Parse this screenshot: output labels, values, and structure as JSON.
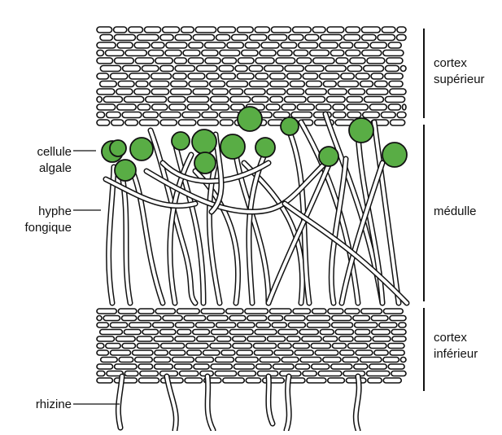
{
  "labels": {
    "cortex_superieur": [
      "cortex",
      "supérieur"
    ],
    "medulle": "médulle",
    "cortex_inferieur": [
      "cortex",
      "inférieur"
    ],
    "cellule_algale": [
      "cellule",
      "algale"
    ],
    "hyphe_fongique": [
      "hyphe",
      "fongique"
    ],
    "rhizine": "rhizine"
  },
  "colors": {
    "algal_cell": "#59ad45",
    "outline": "#111111",
    "background": "#ffffff"
  }
}
